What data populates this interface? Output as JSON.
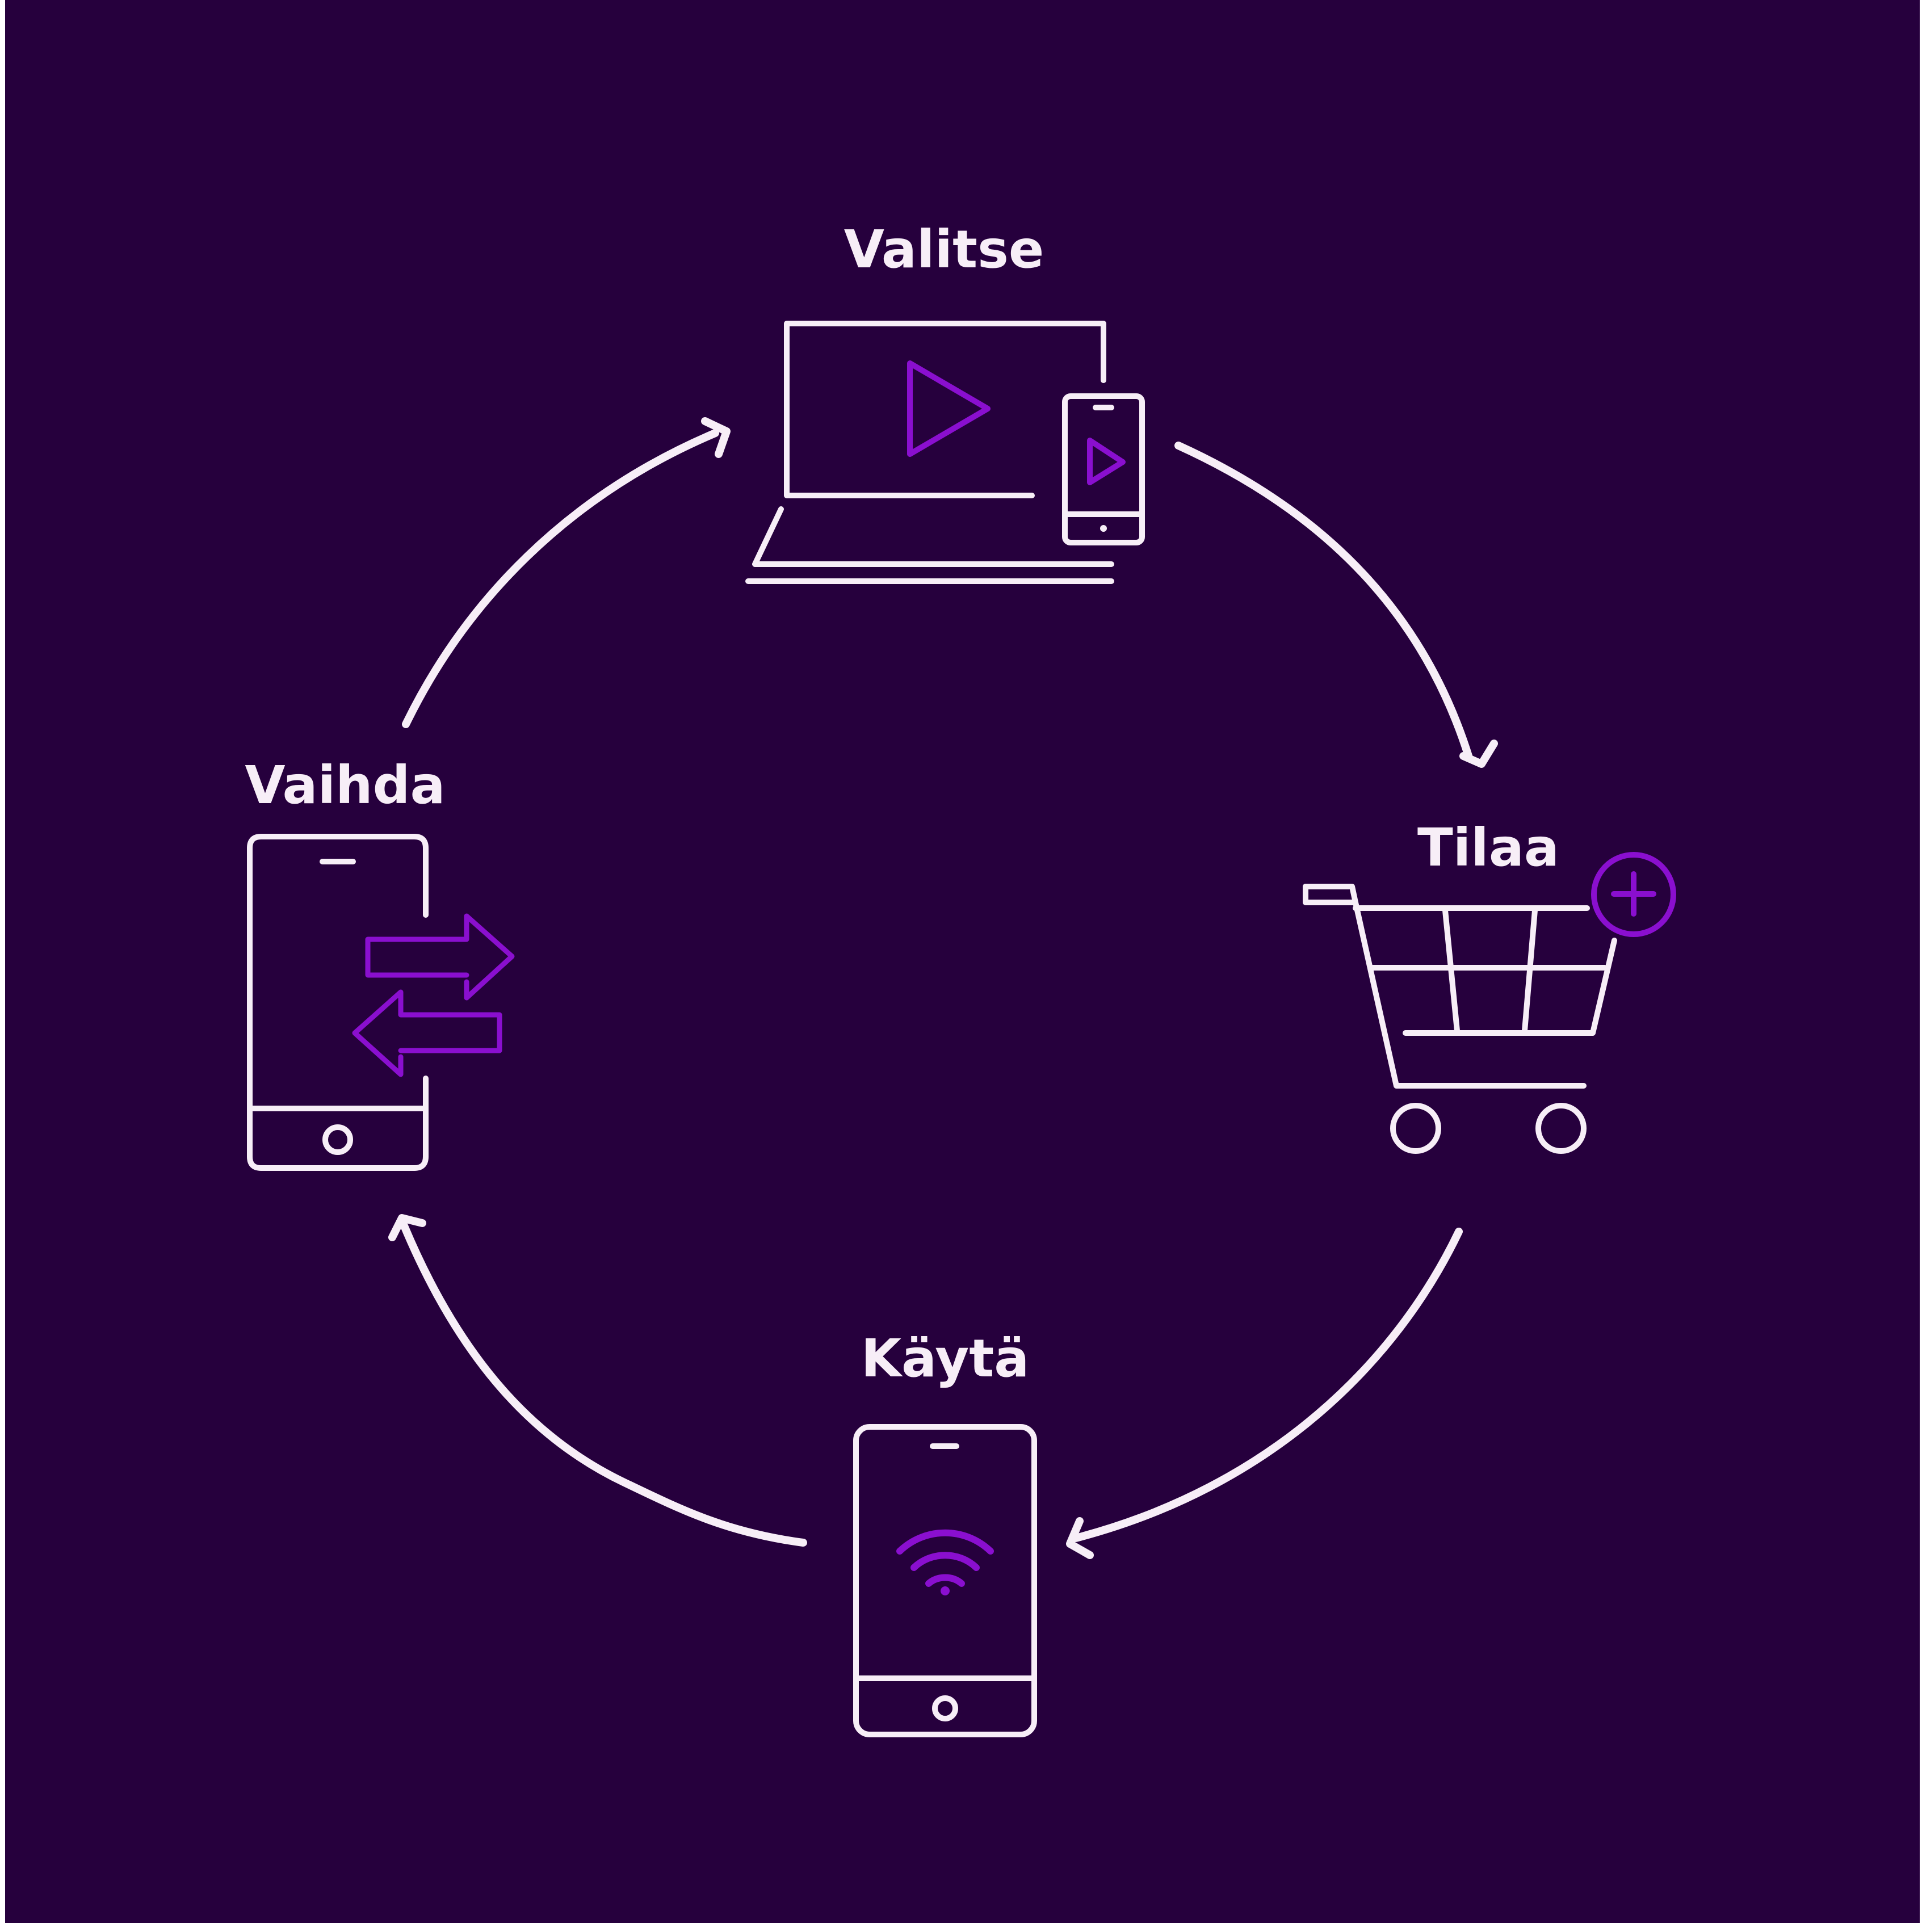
{
  "steps": [
    {
      "id": "valitse",
      "label": "Valitse",
      "icon": "laptop-and-phone-play-icon"
    },
    {
      "id": "tilaa",
      "label": "Tilaa",
      "icon": "shopping-cart-plus-icon"
    },
    {
      "id": "kayta",
      "label": "Käytä",
      "icon": "phone-wifi-icon"
    },
    {
      "id": "vaihda",
      "label": "Vaihda",
      "icon": "phone-swap-arrows-icon"
    }
  ],
  "flow": "clockwise",
  "colors": {
    "background": "#26003d",
    "line": "#f7eef7",
    "accent": "#8a0fcf",
    "frame": "#ffffff"
  }
}
